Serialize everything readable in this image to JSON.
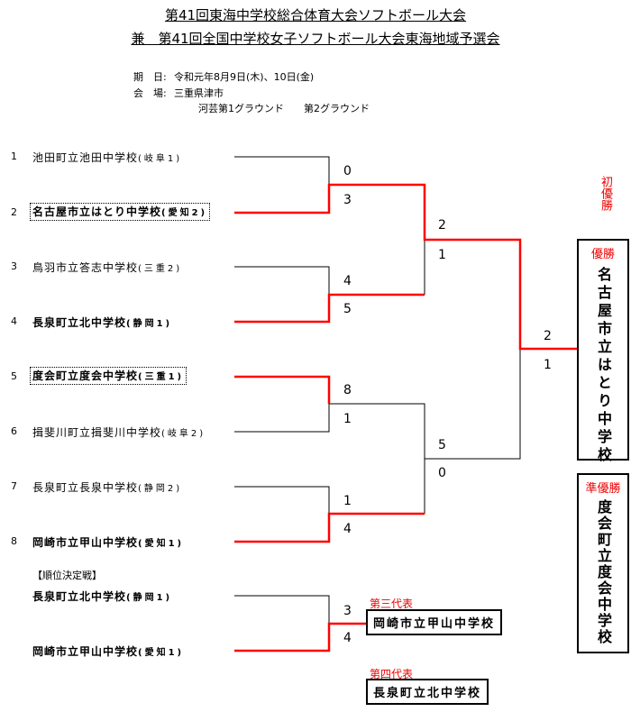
{
  "header": {
    "title1": "第41回東海中学校総合体育大会ソフトボール大会",
    "title2": "兼　第41回全国中学校女子ソフトボール大会東海地域予選会",
    "date_label": "期　日:",
    "date_value": "令和元年8月9日(木)、10日(金)",
    "venue_label": "会　場:",
    "venue_value": "三重県津市",
    "grounds": "河芸第1グラウンド　　第2グラウンド"
  },
  "teams": [
    {
      "num": "1",
      "name": "池田町立池田中学校",
      "pref": "(岐阜1)"
    },
    {
      "num": "2",
      "name": "名古屋市立はとり中学校",
      "pref": "(愛知2)"
    },
    {
      "num": "3",
      "name": "鳥羽市立答志中学校",
      "pref": "(三重2)"
    },
    {
      "num": "4",
      "name": "長泉町立北中学校",
      "pref": "(静岡1)"
    },
    {
      "num": "5",
      "name": "度会町立度会中学校",
      "pref": "(三重1)"
    },
    {
      "num": "6",
      "name": "揖斐川町立揖斐川中学校",
      "pref": "(岐阜2)"
    },
    {
      "num": "7",
      "name": "長泉町立長泉中学校",
      "pref": "(静岡2)"
    },
    {
      "num": "8",
      "name": "岡崎市立甲山中学校",
      "pref": "(愛知1)"
    }
  ],
  "scores": {
    "m1": [
      "0",
      "3"
    ],
    "m2": [
      "4",
      "5"
    ],
    "m3": [
      "8",
      "1"
    ],
    "m4": [
      "1",
      "4"
    ],
    "s1": [
      "2",
      "1"
    ],
    "s2": [
      "5",
      "0"
    ],
    "final": [
      "2",
      "1"
    ],
    "place": [
      "3",
      "4"
    ]
  },
  "placement": {
    "label": "【順位決定戦】",
    "teams": [
      {
        "name": "長泉町立北中学校",
        "pref": "(静岡1)"
      },
      {
        "name": "岡崎市立甲山中学校",
        "pref": "(愛知1)"
      }
    ],
    "third_label": "第三代表",
    "third": "岡崎市立甲山中学校",
    "fourth_label": "第四代表",
    "fourth": "長泉町立北中学校"
  },
  "results": {
    "first_time": "初優勝",
    "champion_label": "優勝",
    "champion": "名古屋市立はとり中学校",
    "runnerup_label": "準優勝",
    "runnerup": "度会町立度会中学校"
  },
  "colors": {
    "win": "#ff0000",
    "line": "#000000"
  }
}
